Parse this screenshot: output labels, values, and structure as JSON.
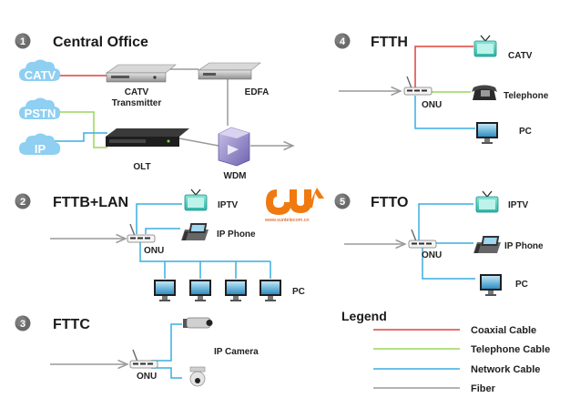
{
  "colors": {
    "coaxial": "#e0403a",
    "telephone": "#9ad65a",
    "network": "#3aaee0",
    "fiber": "#9a9a9a",
    "cloud": "#8ecff2",
    "logo": "#f07a10"
  },
  "sections": {
    "s1": {
      "number": "1",
      "title": "Central Office"
    },
    "s2": {
      "number": "2",
      "title": "FTTB+LAN"
    },
    "s3": {
      "number": "3",
      "title": "FTTC"
    },
    "s4": {
      "number": "4",
      "title": "FTTH"
    },
    "s5": {
      "number": "5",
      "title": "FTTO"
    }
  },
  "central_office": {
    "catv": "CATV",
    "pstn": "PSTN",
    "ip": "IP",
    "catv_transmitter_line1": "CATV",
    "catv_transmitter_line2": "Transmitter",
    "edfa": "EDFA",
    "olt": "OLT",
    "wdm": "WDM"
  },
  "fttb": {
    "onu": "ONU",
    "iptv": "IPTV",
    "ip_phone": "IP Phone",
    "pc": "PC"
  },
  "fttc": {
    "onu": "ONU",
    "ip_camera": "IP Camera"
  },
  "ftth": {
    "onu": "ONU",
    "catv": "CATV",
    "telephone": "Telephone",
    "pc": "PC"
  },
  "ftto": {
    "onu": "ONU",
    "iptv": "IPTV",
    "ip_phone": "IP Phone",
    "pc": "PC"
  },
  "logo": {
    "url": "www.suntelecom.cn"
  },
  "legend": {
    "title": "Legend",
    "items": [
      "Coaxial Cable",
      "Telephone Cable",
      "Network Cable",
      "Fiber"
    ]
  }
}
